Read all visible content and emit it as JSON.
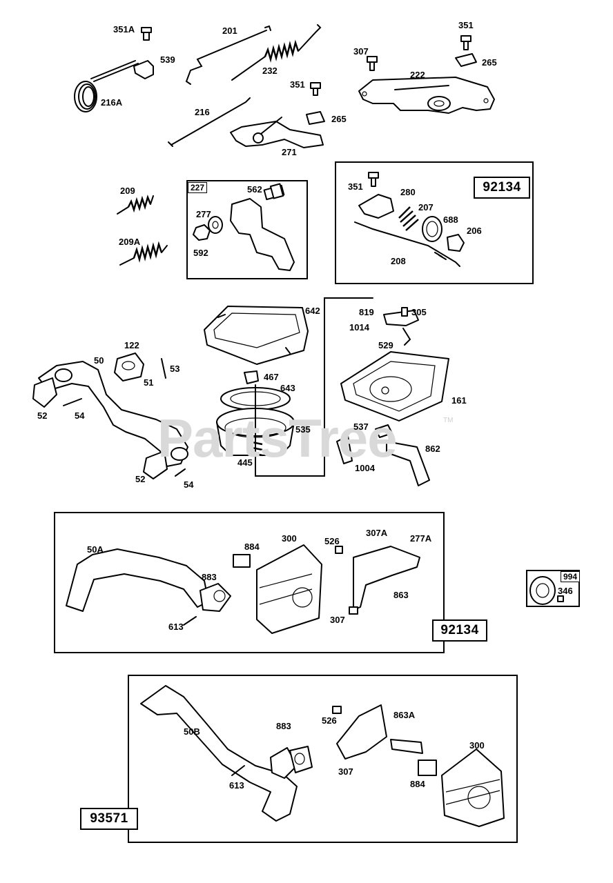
{
  "watermark": {
    "text": "PartsTree",
    "tm": "TM"
  },
  "kits": {
    "k1": "92134",
    "k2": "92134",
    "k3": "93571"
  },
  "tags": {
    "t227": "227",
    "t994": "994"
  },
  "labels": {
    "a351A": "351A",
    "a201": "201",
    "a539": "539",
    "a232": "232",
    "a216A": "216A",
    "a351": "351",
    "a307": "307",
    "a265": "265",
    "a222": "222",
    "a351b": "351",
    "a216": "216",
    "a265b": "265",
    "a271": "271",
    "a209": "209",
    "a562": "562",
    "a277": "277",
    "a209A": "209A",
    "a592": "592",
    "a351c": "351",
    "a280": "280",
    "a207": "207",
    "a688": "688",
    "a206": "206",
    "a208": "208",
    "a642": "642",
    "a819": "819",
    "a305": "305",
    "a1014": "1014",
    "a529": "529",
    "a122": "122",
    "a50": "50",
    "a53": "53",
    "a51": "51",
    "a467": "467",
    "a643": "643",
    "a161": "161",
    "a52": "52",
    "a54": "54",
    "a535": "535",
    "a537": "537",
    "a862": "862",
    "a445": "445",
    "a1004": "1004",
    "a52b": "52",
    "a54b": "54",
    "a307A": "307A",
    "a526": "526",
    "a277A": "277A",
    "a300": "300",
    "a50A": "50A",
    "a884": "884",
    "a883": "883",
    "a863": "863",
    "a346": "346",
    "a613": "613",
    "a307b": "307",
    "a863A": "863A",
    "a526b": "526",
    "a50B": "50B",
    "a883b": "883",
    "a300b": "300",
    "a307c": "307",
    "a613b": "613",
    "a884b": "884"
  }
}
